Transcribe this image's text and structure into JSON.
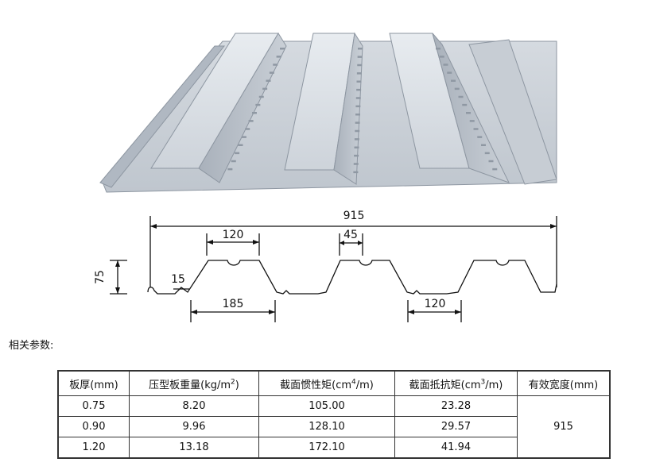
{
  "diagram": {
    "overall_width": "915",
    "top_flange_width": "120",
    "groove_width": "45",
    "height": "75",
    "lip": "15",
    "pitch": "185",
    "bottom_flange_width": "120"
  },
  "params_label": "相关参数:",
  "table": {
    "headers": [
      {
        "text": "板厚(mm)",
        "sup": "",
        "tail": ""
      },
      {
        "text": "压型板重量(kg/m",
        "sup": "2",
        "tail": ")"
      },
      {
        "text": "截面惯性矩(cm",
        "sup": "4",
        "tail": "/m)"
      },
      {
        "text": "截面抵抗矩(cm",
        "sup": "3",
        "tail": "/m)"
      },
      {
        "text": "有效宽度(mm)",
        "sup": "",
        "tail": ""
      }
    ],
    "rows": [
      [
        "0.75",
        "8.20",
        "105.00",
        "23.28"
      ],
      [
        "0.90",
        "9.96",
        "128.10",
        "29.57"
      ],
      [
        "1.20",
        "13.18",
        "172.10",
        "41.94"
      ]
    ],
    "effective_width": "915"
  },
  "colors": {
    "panel_light": "#dfe4ea",
    "panel_mid": "#c3cad3",
    "panel_dark": "#9aa3ae",
    "line": "#111111"
  }
}
